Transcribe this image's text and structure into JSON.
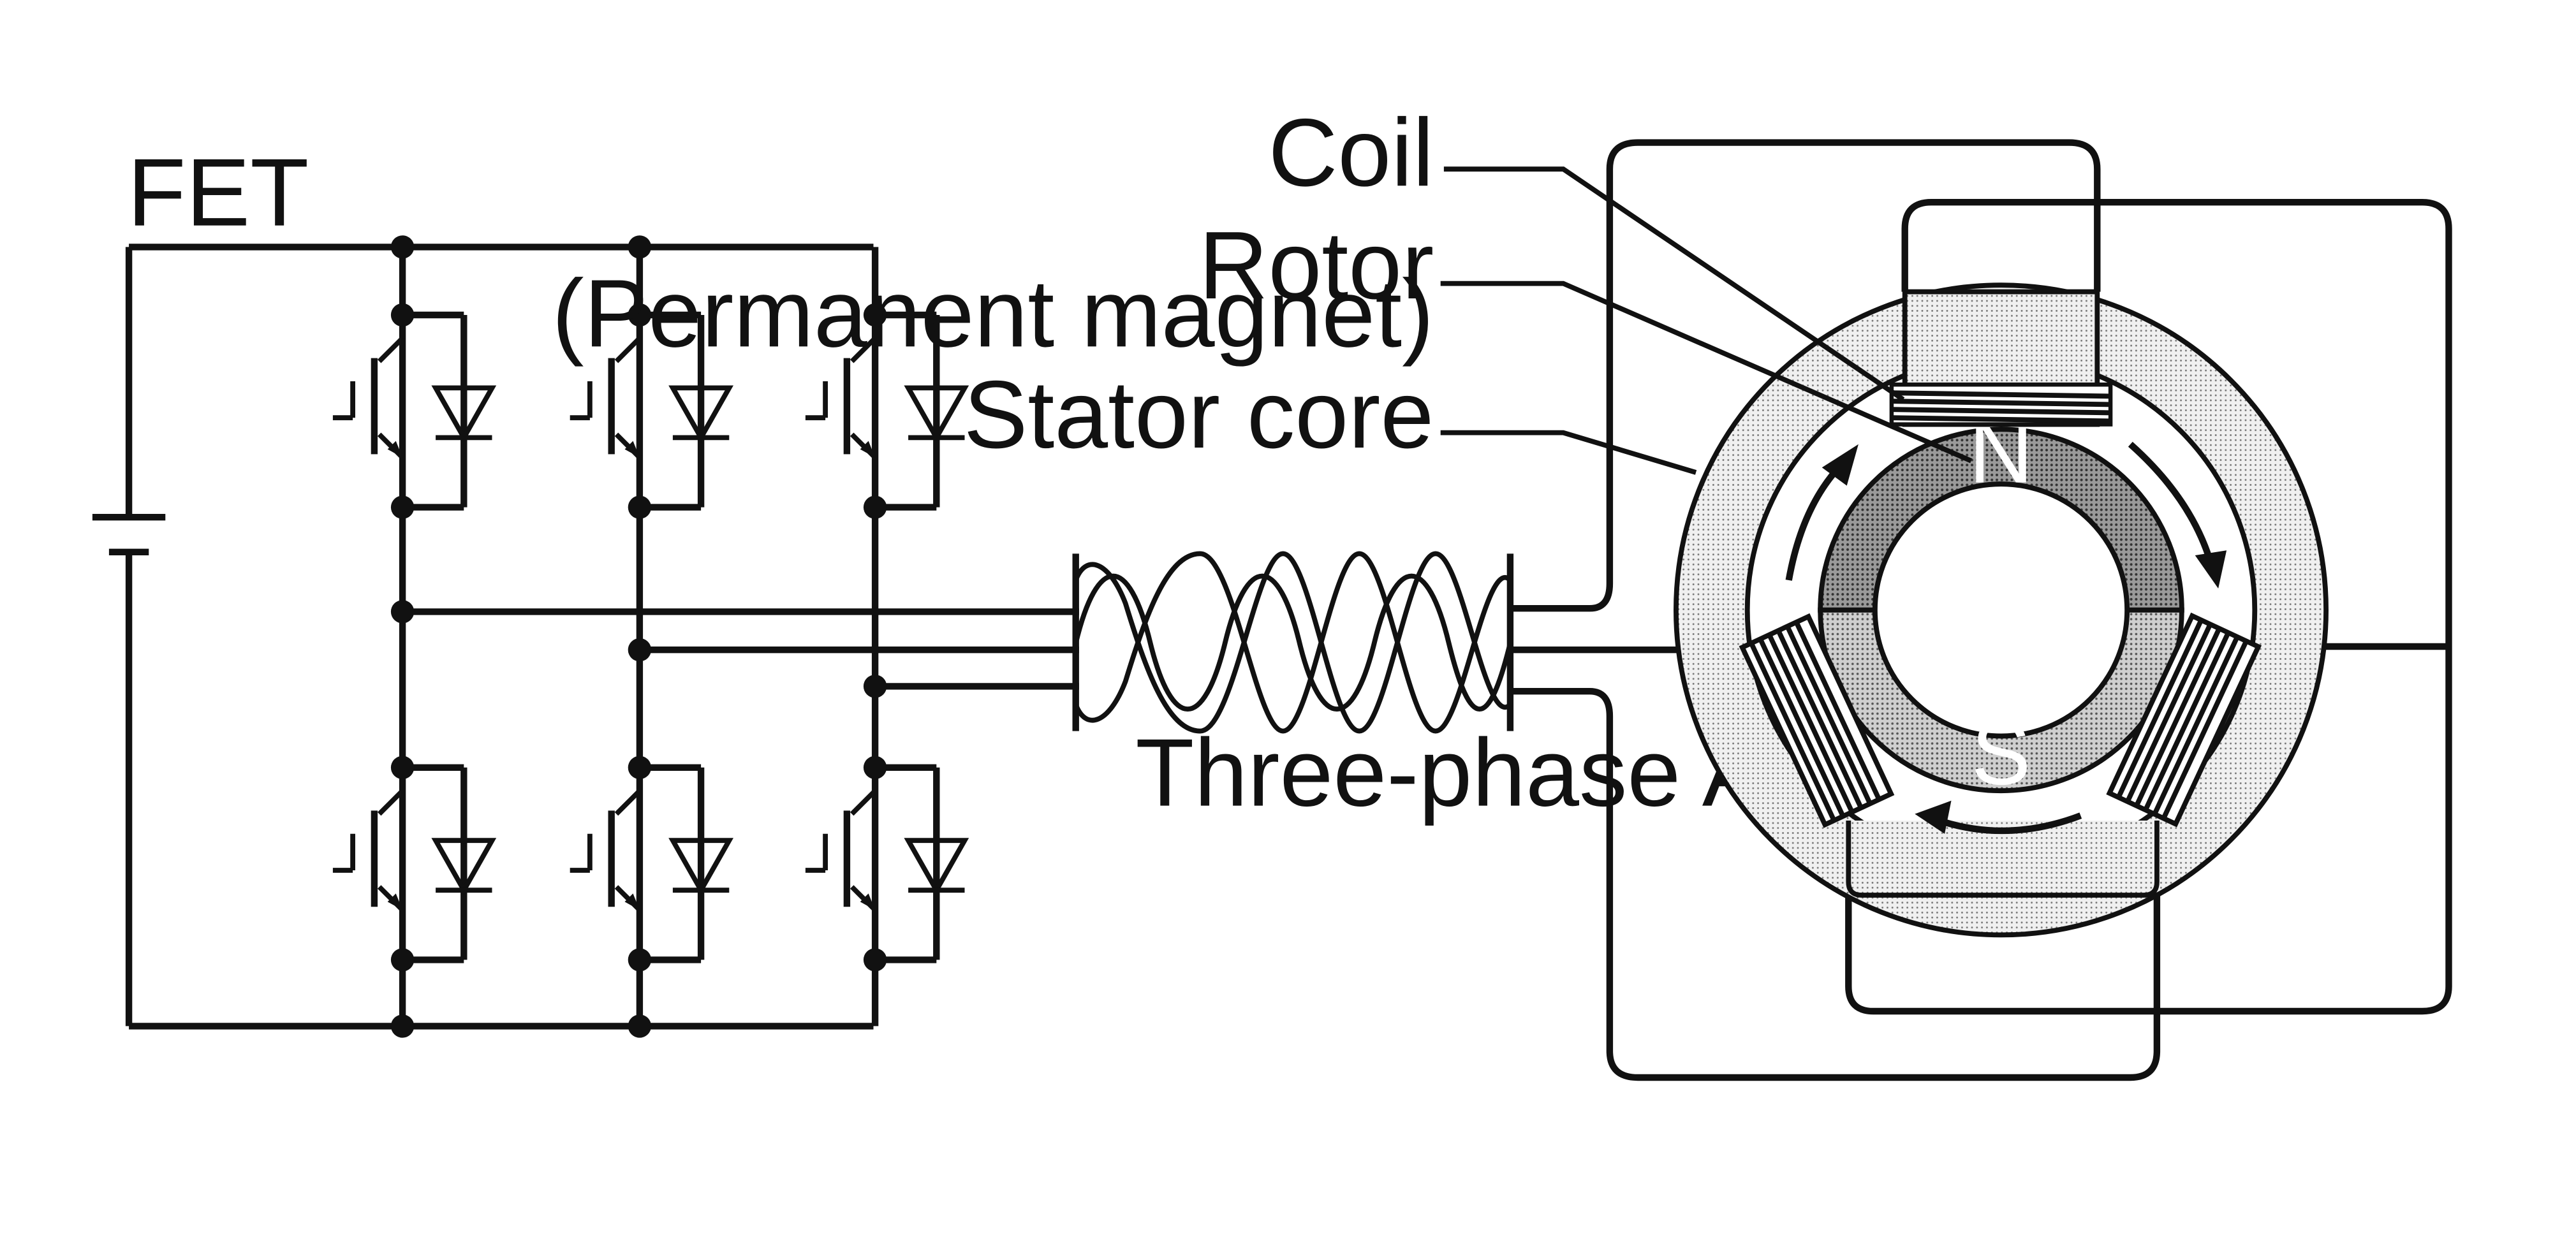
{
  "labels": {
    "fet": "FET",
    "coil": "Coil",
    "rotor": "Rotor",
    "rotor_sub": "(Permanent magnet)",
    "stator": "Stator core",
    "three_phase": "Three-phase AC",
    "pole_n": "N",
    "pole_s": "S"
  },
  "colors": {
    "line": "#111111",
    "stator_fill": "#e3e3e3",
    "rotor_north_fill": "#8e8e8e",
    "rotor_south_fill": "#c4c4c4",
    "background": "#ffffff"
  },
  "inverter": {
    "switch_count": 6,
    "phases": 3
  }
}
